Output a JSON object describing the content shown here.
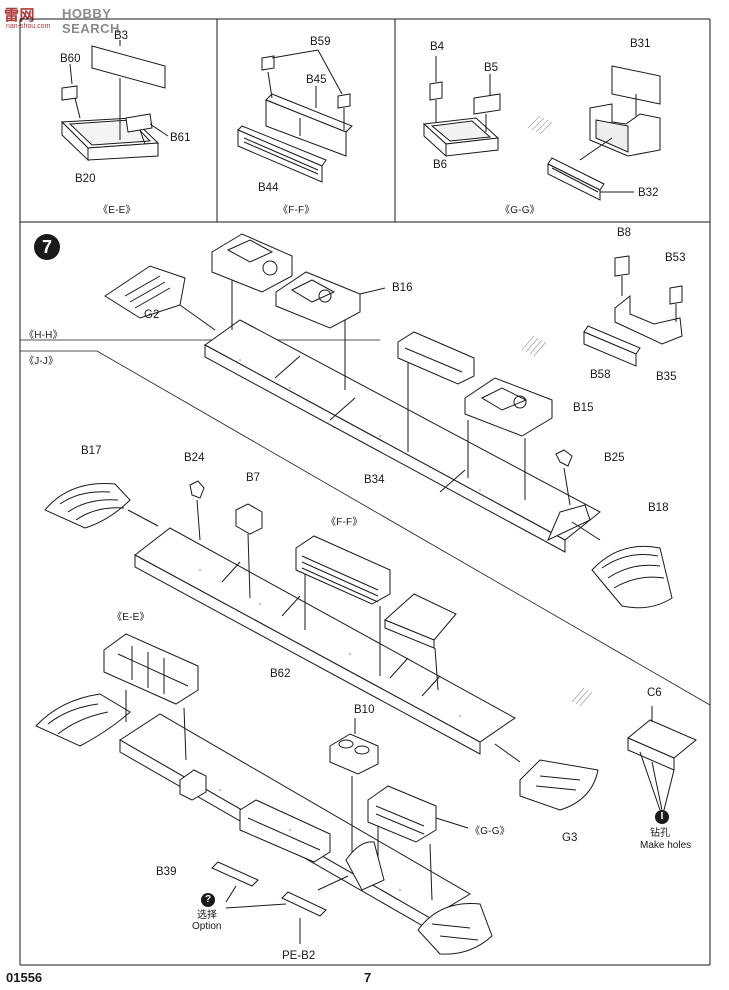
{
  "watermark": {
    "brand_cn": "雷网",
    "brand_en": "HOBBY SEARCH",
    "site": "nan-shou.com"
  },
  "footer": {
    "catalog_no": "01556",
    "page_no": "7"
  },
  "step": {
    "number": "7"
  },
  "panels": {
    "ee": {
      "caption": "《E-E》",
      "parts": [
        "B3",
        "B60",
        "B61",
        "B20"
      ]
    },
    "ff": {
      "caption": "《F-F》",
      "parts": [
        "B59",
        "B45",
        "B44"
      ]
    },
    "gg": {
      "caption": "《G-G》",
      "parts": [
        "B4",
        "B5",
        "B6",
        "B31",
        "B32"
      ]
    }
  },
  "main": {
    "section_hh": "《H-H》",
    "section_jj": "《J-J》",
    "callout_ff": "《F-F》",
    "callout_ee": "《E-E》",
    "callout_gg": "《G-G》",
    "parts": {
      "g2": "G2",
      "b16": "B16",
      "b8": "B8",
      "b53": "B53",
      "b58": "B58",
      "b35": "B35",
      "b15": "B15",
      "b34": "B34",
      "b25": "B25",
      "b18": "B18",
      "b17": "B17",
      "b24": "B24",
      "b7": "B7",
      "b62": "B62",
      "c6": "C6",
      "b10": "B10",
      "g3": "G3",
      "b39": "B39",
      "pe_b2": "PE-B2"
    },
    "notes": {
      "holes_icon": "I",
      "holes_cn": "钻孔",
      "holes_en": "Make holes",
      "option_icon": "?",
      "option_cn": "选择",
      "option_en": "Option"
    }
  }
}
